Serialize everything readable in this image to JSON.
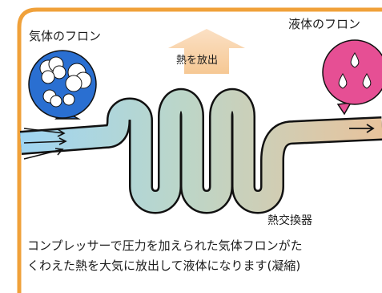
{
  "labels": {
    "gas_freon": "気体のフロン",
    "liquid_freon": "液体のフロン",
    "release_heat": "熱を放出",
    "heat_exchanger": "熱交換器"
  },
  "caption": {
    "line1": "コンプレッサーで圧力を加えられた気体フロンがた",
    "line2": "くわえた熱を大気に放出して液体になります(凝縮)"
  },
  "colors": {
    "frame": "#f0a13a",
    "gas_bubble": "#2a6fd1",
    "liquid_bubble": "#e64f94",
    "heat_arrow": "#f9d0a3",
    "tube_start": "#9fd5f2",
    "tube_end": "#e8c39c"
  },
  "icons": [
    "gas-cloud-icon",
    "water-drop-icon",
    "flow-arrow-icon",
    "heat-up-arrow-icon"
  ]
}
